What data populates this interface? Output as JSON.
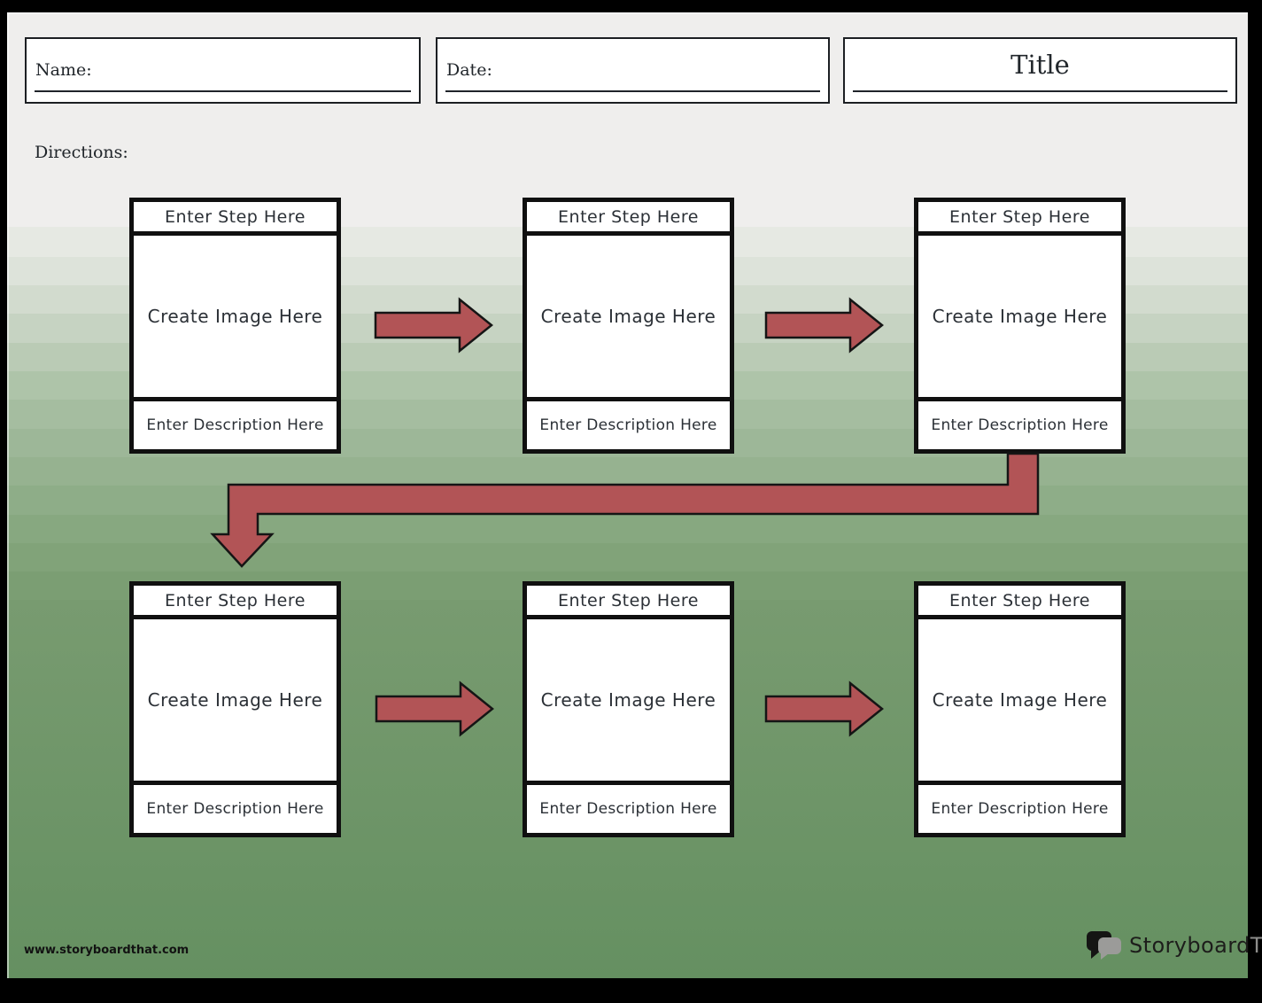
{
  "header": {
    "name_field": {
      "label": "Name:"
    },
    "date_field": {
      "label": "Date:"
    },
    "title_field": {
      "label": "Title"
    }
  },
  "directions": {
    "label": "Directions:"
  },
  "flowchart": {
    "steps": [
      {
        "step_label": "Enter Step Here",
        "image_label": "Create Image Here",
        "description_label": "Enter Description Here"
      },
      {
        "step_label": "Enter Step Here",
        "image_label": "Create Image Here",
        "description_label": "Enter Description Here"
      },
      {
        "step_label": "Enter Step Here",
        "image_label": "Create Image Here",
        "description_label": "Enter Description Here"
      },
      {
        "step_label": "Enter Step Here",
        "image_label": "Create Image Here",
        "description_label": "Enter Description Here"
      },
      {
        "step_label": "Enter Step Here",
        "image_label": "Create Image Here",
        "description_label": "Enter Description Here"
      },
      {
        "step_label": "Enter Step Here",
        "image_label": "Create Image Here",
        "description_label": "Enter Description Here"
      }
    ],
    "connectors": [
      "arrow-right-icon",
      "arrow-right-icon",
      "wrap-down-arrow-icon",
      "arrow-right-icon",
      "arrow-right-icon"
    ]
  },
  "footer": {
    "website": "www.storyboardthat.com",
    "logo": {
      "primary": "Storyboard",
      "secondary": "That",
      "icon": "speech-bubbles-icon"
    }
  },
  "colors": {
    "arrow_fill": "#b25456",
    "arrow_outline": "#151515",
    "box_border": "#101010",
    "background_top": "#efeeed",
    "background_bottom": "#659061",
    "logo_primary_color": "#1d1d1b",
    "logo_secondary_color": "#8d8d8b"
  }
}
